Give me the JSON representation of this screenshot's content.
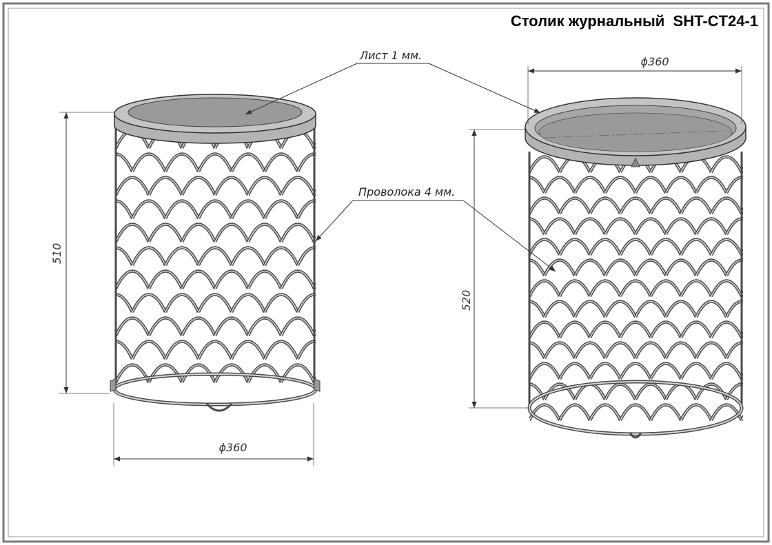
{
  "title": "Столик журнальный  SHT-CT24-1",
  "callouts": {
    "sheet": "Лист 1 мм.",
    "wire": "Проволока 4 мм."
  },
  "left_view": {
    "diameter": "ϕ360",
    "height": "510"
  },
  "right_view": {
    "diameter": "ϕ360",
    "height": "520"
  },
  "colors": {
    "frame": "#6f6f6f",
    "top_fill": "#9a9a9a",
    "rim_fill": "#b4b4b4",
    "wire": "#4a4a4a",
    "wire_highlight": "#d6d6d6"
  }
}
